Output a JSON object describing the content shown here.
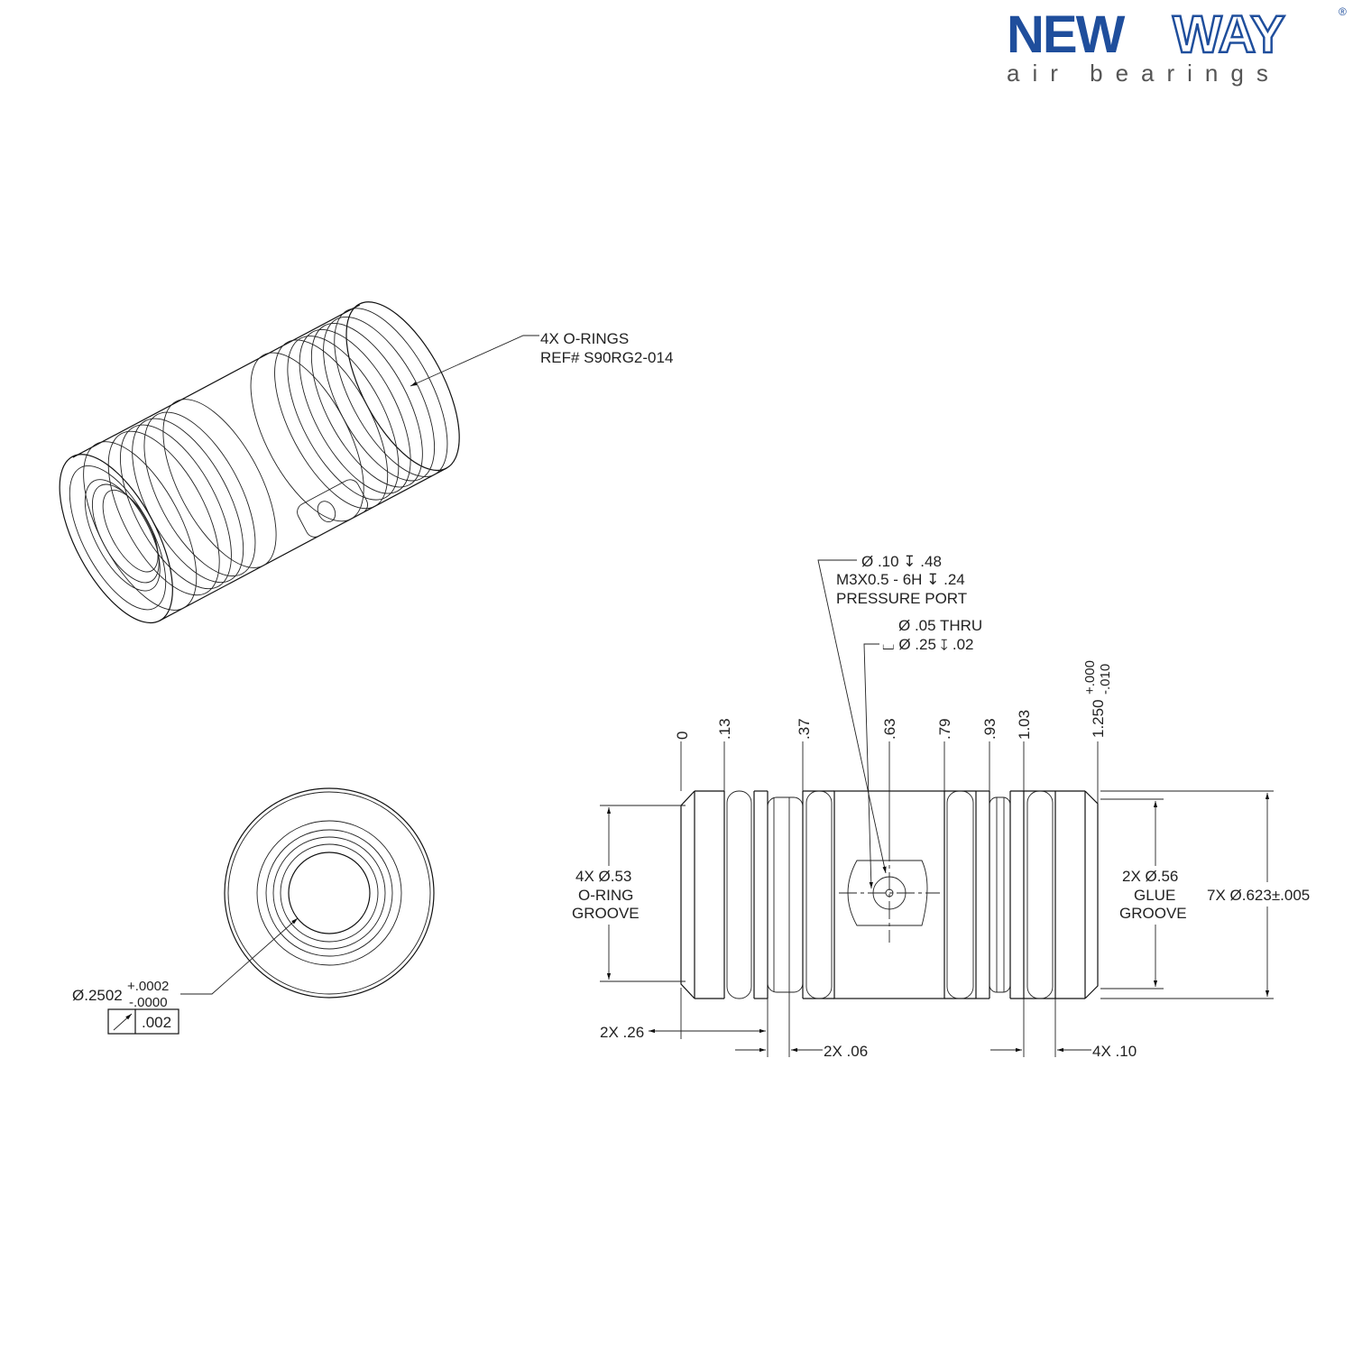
{
  "logo": {
    "brand_part1": "NEW",
    "brand_part2": "WAY",
    "registered": "®",
    "tagline": "air bearings",
    "color": "#1f4e9c"
  },
  "iso_view": {
    "callout_line1": "4X O-RINGS",
    "callout_line2": "REF# S90RG2-014"
  },
  "end_view": {
    "diameter": "Ø.2502",
    "tol_plus": "+.0002",
    "tol_minus": "-.0000",
    "runout_value": ".002"
  },
  "side_view": {
    "port_callout": {
      "line1": "Ø .10 ↧ .48",
      "line2": "M3X0.5 - 6H ↧ .24",
      "line3": "PRESSURE PORT"
    },
    "hole_callout": {
      "line1": "Ø .05 THRU",
      "line2": "⌴ Ø .25 ↧ .02"
    },
    "ordinates": [
      "0",
      ".13",
      ".37",
      ".63",
      ".79",
      ".93",
      "1.03"
    ],
    "overall_length": "1.250",
    "overall_tol_plus": "+.000",
    "overall_tol_minus": "-.010",
    "oring_groove": {
      "line1": "4X  Ø.53",
      "line2": "O-RING",
      "line3": "GROOVE"
    },
    "glue_groove": {
      "line1": "2X  Ø.56",
      "line2": "GLUE",
      "line3": "GROOVE"
    },
    "outer_diameter": "7X Ø.623±.005",
    "dim_26": "2X .26",
    "dim_06": "2X .06",
    "dim_10": "4X .10"
  }
}
